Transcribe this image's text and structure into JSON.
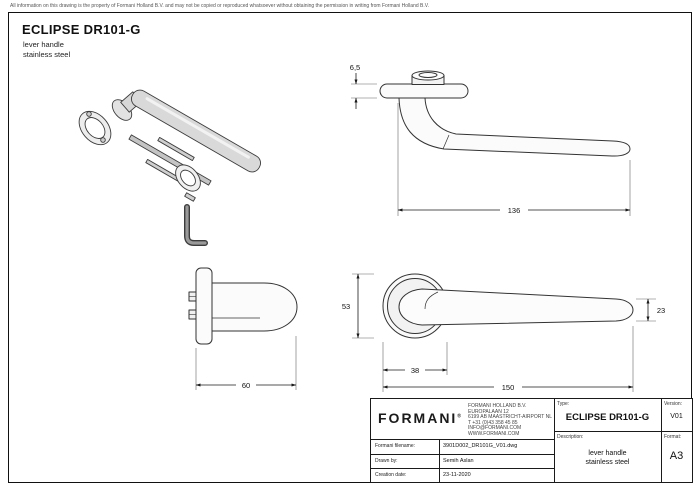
{
  "disclaimer": "All information on this drawing is the property of Formani Holland B.V. and may not be copied or reproduced whatsoever without obtaining the permission in writing from Formani Holland B.V.",
  "header": {
    "product": "ECLIPSE DR101-G",
    "description_line1": "lever handle",
    "description_line2": "stainless steel"
  },
  "dimensions": {
    "rose_thickness": "6,5",
    "projection": "136",
    "depth": "60",
    "height": "53",
    "rose_width": "38",
    "overall_length": "150",
    "grip_height": "23"
  },
  "title_block": {
    "logo_text": "FORMANI",
    "logo_reg": "®",
    "address": [
      "FORMANI HOLLAND B.V.",
      "EUROPALAAN 12",
      "6199 AB MAASTRICHT-AIRPORT NL",
      "T +31 (0)43 358 45 85",
      "INFO@FORMANI.COM",
      "WWW.FORMANI.COM"
    ],
    "filename_label": "Formani filename:",
    "filename_value": "3901D002_DR101G_V01.dwg",
    "drawn_by_label": "Drawn by:",
    "drawn_by_value": "Semih Aslan",
    "creation_date_label": "Creation date:",
    "creation_date_value": "23-11-2020",
    "type_label": "Type:",
    "type_value": "ECLIPSE DR101-G",
    "version_label": "Version:",
    "version_value": "V01",
    "description_label": "Description:",
    "description_line1": "lever handle",
    "description_line2": "stainless steel",
    "format_label": "Format:",
    "format_value": "A3"
  }
}
